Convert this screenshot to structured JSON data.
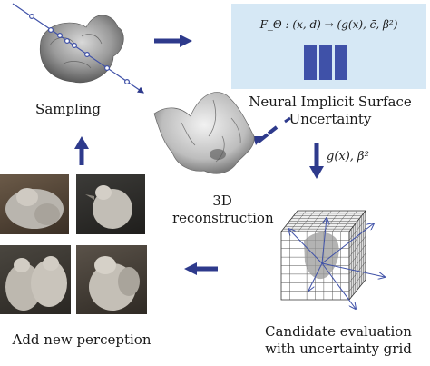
{
  "formula": "F_Θ : (x, d) → (g(x), c̄, β²)",
  "labels": {
    "sampling": "Sampling",
    "neural_line1": "Neural Implicit Surface",
    "neural_line2": "Uncertainty",
    "recon_line1": "3D",
    "recon_line2": "reconstruction",
    "outputs": "g(x), β²",
    "candidate_line1": "Candidate evaluation",
    "candidate_line2": "with uncertainty grid",
    "add_perception": "Add new perception"
  },
  "colors": {
    "arrow": "#2e3a8c",
    "panel": "#d6e8f5",
    "bars": "#3f51a8"
  },
  "icons": [
    "sampling-ray-figure",
    "mesh-figure",
    "uncertainty-grid-figure",
    "photo-tiles"
  ]
}
